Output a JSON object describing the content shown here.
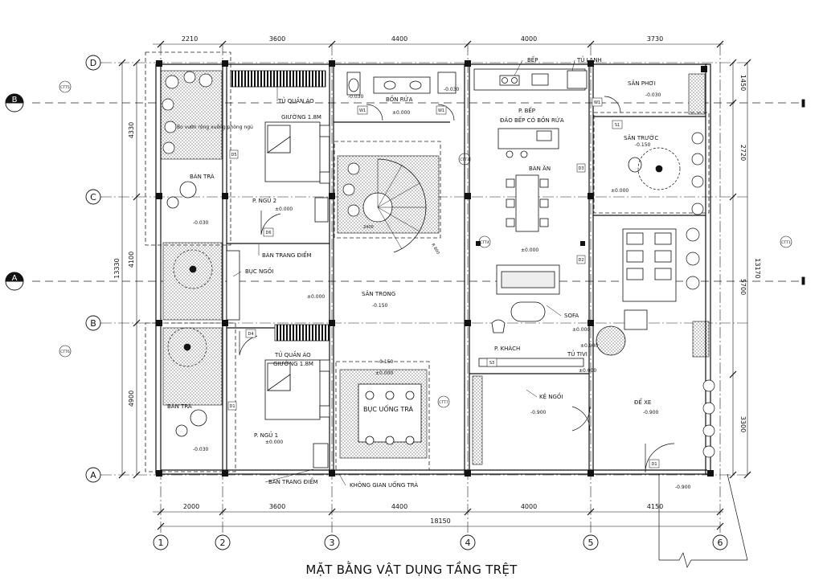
{
  "title": "MẶT BẰNG VẬT DỤNG TẦNG TRỆT",
  "dims": {
    "top": [
      "2210",
      "3600",
      "4400",
      "4000",
      "3730"
    ],
    "bottom": [
      "2000",
      "3600",
      "4400",
      "4000",
      "4150"
    ],
    "total_bottom": "18150",
    "left": [
      "4330",
      "4100",
      "4900"
    ],
    "left_total": "13330",
    "right": [
      "1450",
      "2720",
      "5700",
      "3300"
    ],
    "right_total": "13170"
  },
  "grid_rows": [
    "D",
    "C",
    "B",
    "A"
  ],
  "grid_cols": [
    "1",
    "2",
    "3",
    "4",
    "5",
    "6"
  ],
  "section_marks": [
    "B",
    "A"
  ],
  "cut_tags": [
    "CTT5",
    "CTT6",
    "CTT3",
    "CTT4",
    "CTT7",
    "CTT1"
  ],
  "rooms": {
    "bep": "P. BẾP",
    "dao_bep": "ĐẢO BẾP CÓ BỒN RỬA",
    "ban_an": "BÀN ĂN",
    "san_phoi": "SÂN PHƠI",
    "san_truoc": "SÂN TRƯỚC",
    "ngu2": "P. NGỦ 2",
    "ngu1": "P. NGỦ 1",
    "san_trong": "SÂN TRONG",
    "khach": "P. KHÁCH",
    "sofa": "SOFA",
    "tu_tivi": "TỦ TIVI",
    "ke_ngoi": "KỆ NGỒI",
    "de_xe": "ĐỂ XE",
    "tu_quan_ao_1": "TỦ QUẦN ÁO",
    "tu_quan_ao_2": "TỦ QUẦN ÁO",
    "giuong_1": "GIƯỜNG 1.8M",
    "giuong_2": "GIƯỜNG 1.8M",
    "ban_tra_1": "BÀN TRÀ",
    "ban_tra_2": "BÀN TRÀ",
    "bon_rua": "BỒN RỬA",
    "bep_lbl": "BẾP",
    "tu_lanh": "TỦ LẠNH",
    "ban_trang_diem_1": "BÀN TRANG ĐIỂM",
    "ban_trang_diem_2": "BÀN TRANG ĐIỂM",
    "buc_ngoi": "BỤC NGỒI",
    "buc_uong_tra": "BỤC UỐNG TRÀ",
    "khong_gian_uong_tra": "KHÔNG GIAN UỐNG TRÀ",
    "vuon_note": "Bo vườn rộng xuống phòng ngủ"
  },
  "levels": {
    "l1": "-0.030",
    "l2": "±0.000",
    "l3": "±0.000",
    "l4": "-0.030",
    "l5": "±0.000",
    "l6": "±0.000",
    "l7": "-0.150",
    "l8": "±0.000",
    "l9": "±0.000",
    "l10": "-0.030",
    "l11": "±0.000",
    "l12": "-0.150",
    "l13": "±0.000",
    "l14": "±0.000",
    "l15": "-0.030",
    "l16": "-0.900",
    "l17": "-0.900",
    "l18": "-0.900",
    "l19": "±0.000",
    "l20": "-0.030",
    "l21": "-0.150"
  },
  "door_tags": [
    "D5",
    "D6",
    "D4",
    "D3",
    "D2",
    "D1",
    "W1",
    "W1",
    "W1",
    "S1",
    "S3",
    "D1"
  ],
  "stair_tags": [
    "2400",
    "R 800"
  ],
  "colors": {
    "line": "#111111",
    "hatch": "#888888",
    "dashed": "#222222"
  }
}
